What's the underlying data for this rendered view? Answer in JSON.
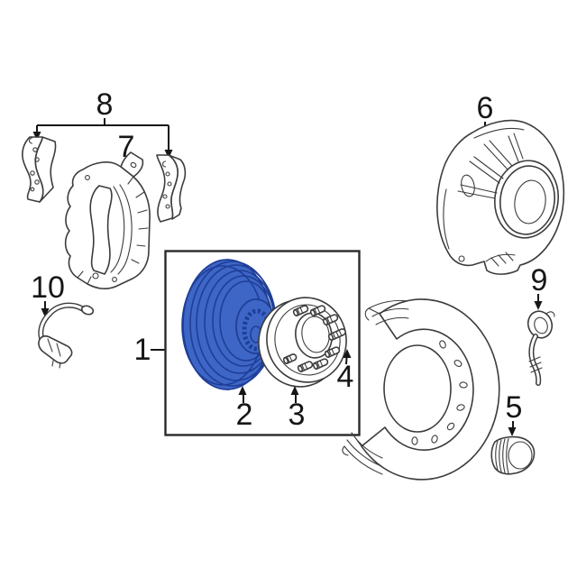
{
  "diagram": {
    "kind": "exploded-parts-line-drawing",
    "background_color": "#ffffff",
    "line_color": "#3c3c3c",
    "label_color": "#161616",
    "highlight": {
      "fill": "#3d66c6",
      "line": "#1f3e97"
    },
    "grouping_box": {
      "shape": "rectangle-outline",
      "encloses": [
        "2",
        "3",
        "4"
      ]
    },
    "callouts": [
      {
        "label": "1",
        "part": "rotor-and-hub-assembly-box",
        "leader": "dash-line"
      },
      {
        "label": "2",
        "part": "brake-rotor-highlighted-blue",
        "leader": "arrow-up"
      },
      {
        "label": "3",
        "part": "wheel-hub",
        "leader": "arrow-up"
      },
      {
        "label": "4",
        "part": "wheel-stud",
        "leader": "arrow-up"
      },
      {
        "label": "5",
        "part": "grease-cap",
        "leader": "arrow-down"
      },
      {
        "label": "6",
        "part": "front-splash-shield",
        "leader": "arrow-down"
      },
      {
        "label": "7",
        "part": "brake-caliper",
        "leader": "arrow-down"
      },
      {
        "label": "8",
        "part": "brake-pad-set",
        "leader": "bracket-with-two-arrows"
      },
      {
        "label": "9",
        "part": "brake-hose",
        "leader": "arrow-down"
      },
      {
        "label": "10",
        "part": "wear-sensor-wire",
        "leader": "arrow-down"
      }
    ]
  }
}
